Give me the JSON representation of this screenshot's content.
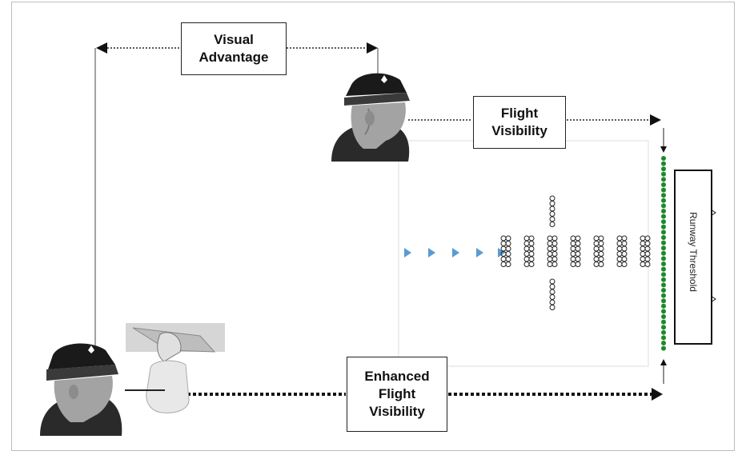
{
  "title_fragment": "e",
  "labels": {
    "visual_advantage": [
      "Visual",
      "Advantage"
    ],
    "flight_visibility": [
      "Flight",
      "Visibility"
    ],
    "enhanced_flight_visibility": [
      "Enhanced",
      "Flight",
      "Visibility"
    ],
    "runway_threshold": "Runway Threshold"
  },
  "colors": {
    "title": "#1f3a93",
    "approach_arrows": "#5b9bd5",
    "threshold_lights": "#1b8a2a",
    "pilot_cap": "#1a1a1a",
    "pilot_face": "#9e9e9e"
  },
  "icons": [
    "pilot-icon",
    "pilot-icon",
    "hud-device-icon"
  ]
}
